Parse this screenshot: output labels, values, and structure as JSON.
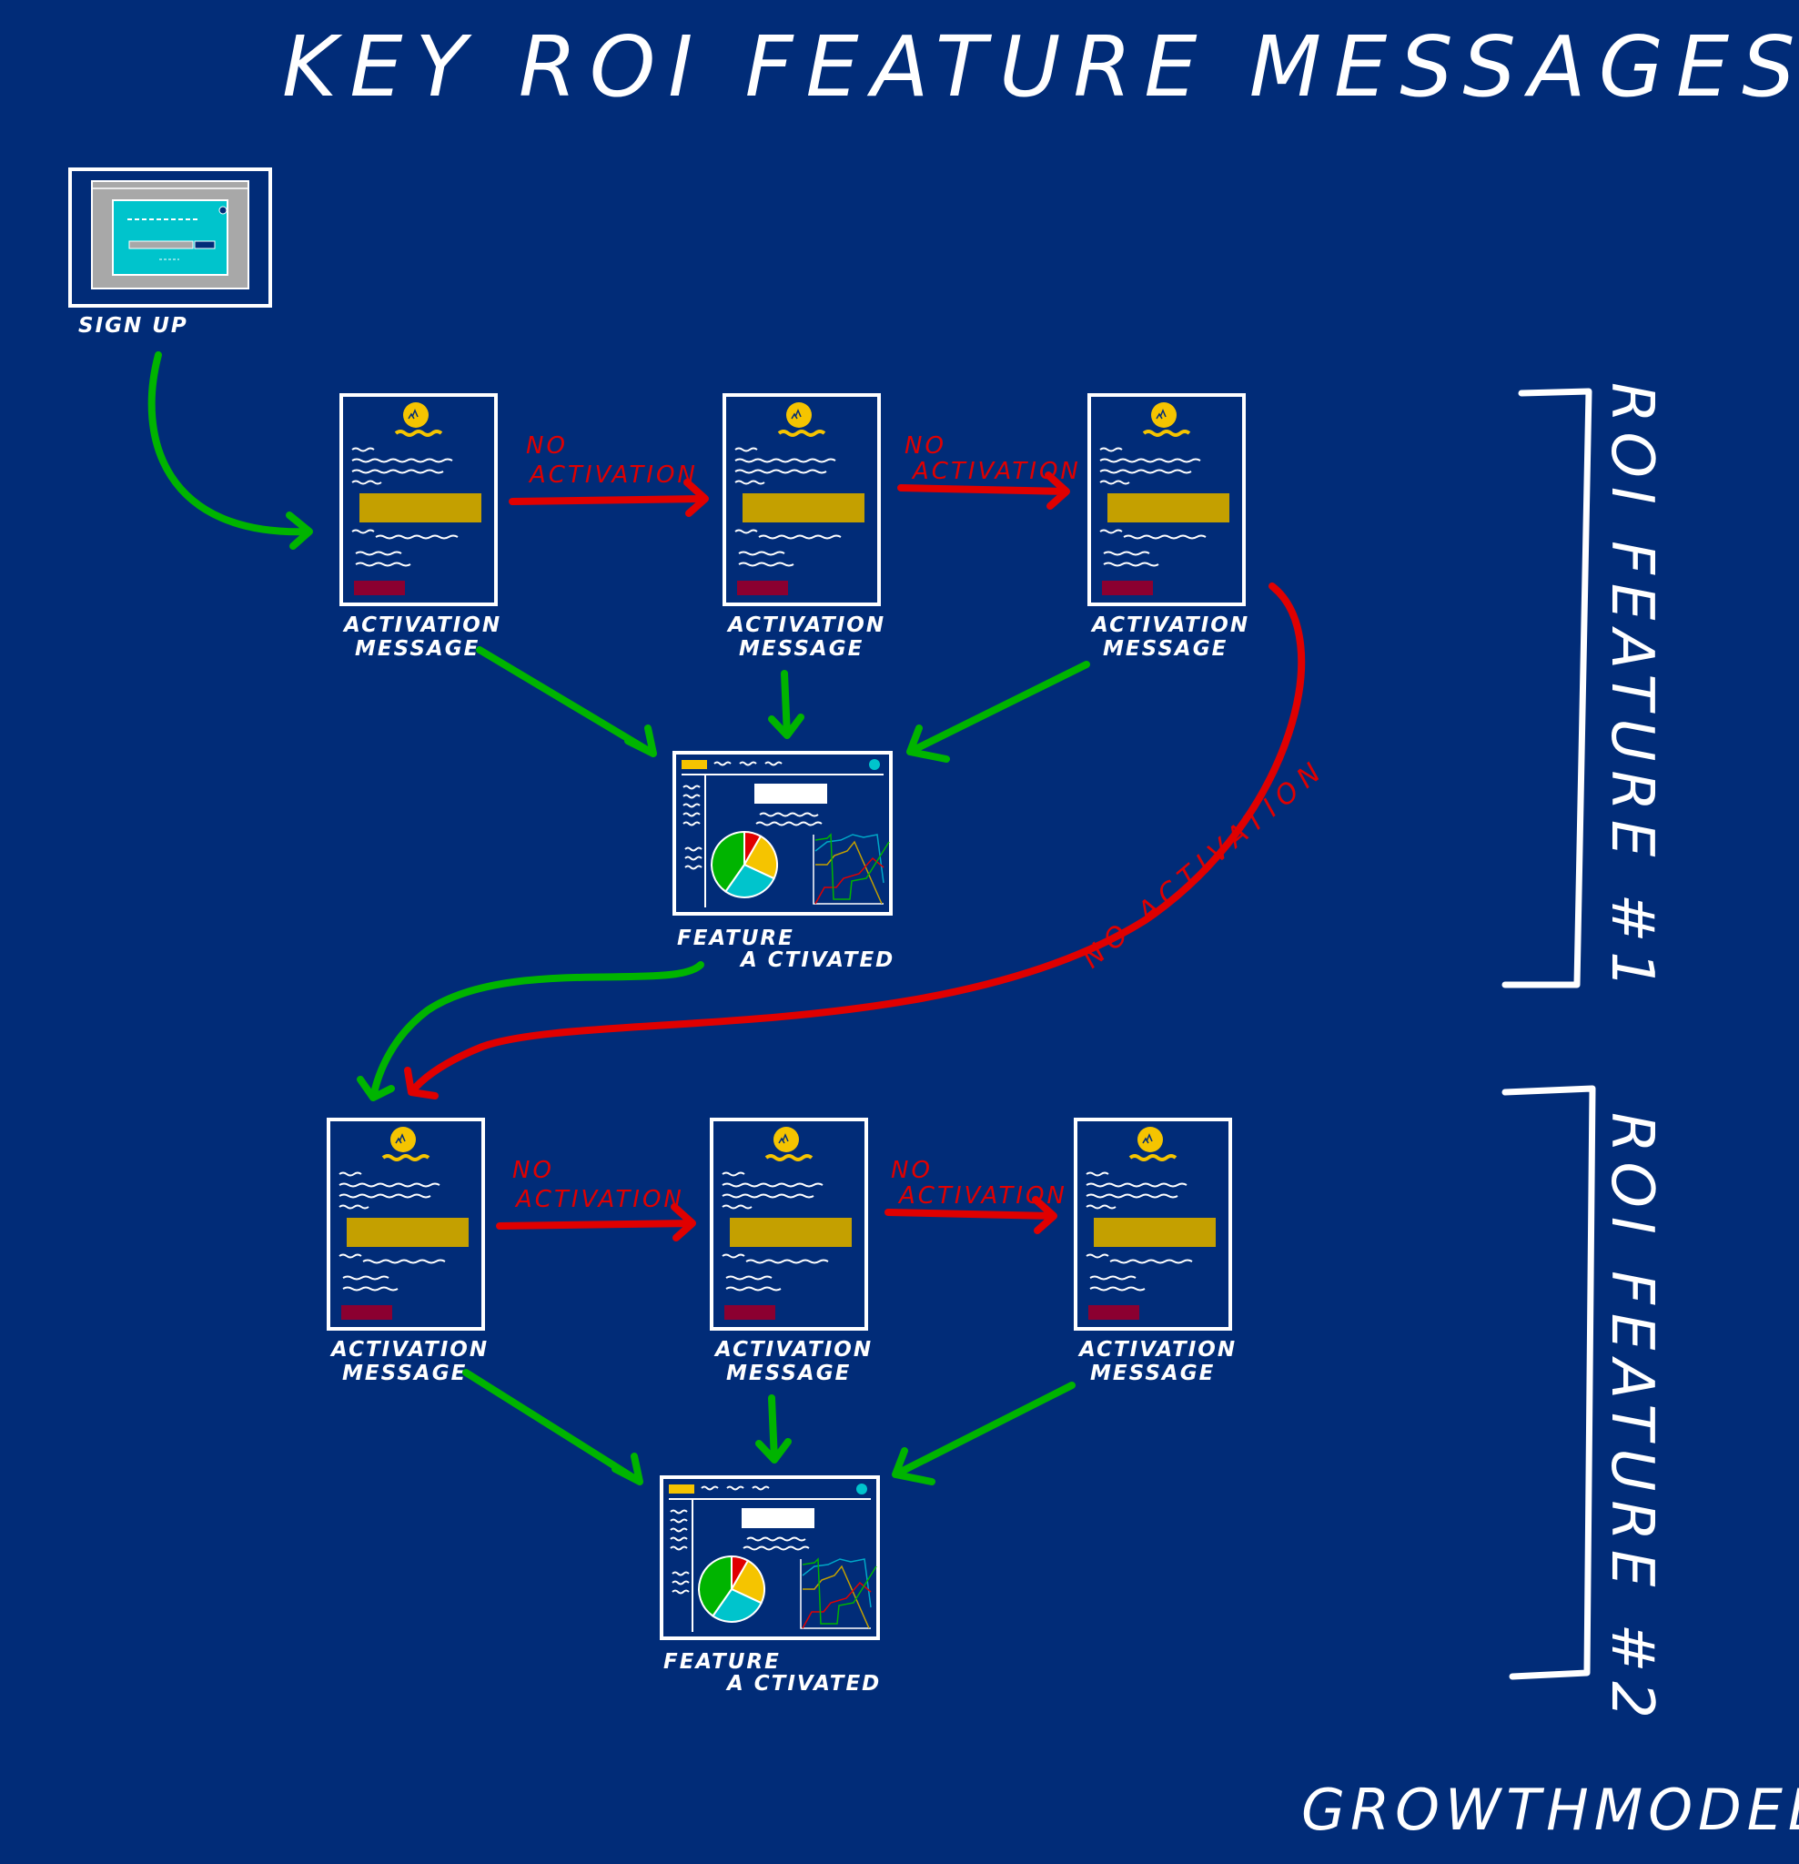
{
  "title": "KEY ROI FEATURE MESSAGES",
  "signup": {
    "label": "SIGN UP"
  },
  "message": {
    "line1": "ACTIVATION",
    "line2": "MESSAGE"
  },
  "no_activation": {
    "line1": "NO",
    "line2": "ACTIVATION",
    "full": "NO ACTIVATION"
  },
  "feature": {
    "line1": "FEATURE",
    "line2": "A CTIVATED"
  },
  "brackets": [
    {
      "label": "ROI FEATURE #1"
    },
    {
      "label": "ROI FEATURE #2"
    }
  ],
  "footer": "GROWTHMODELS.CO",
  "colors": {
    "background": "#012c78",
    "success_arrow": "#00b400",
    "fail_arrow": "#e00000",
    "cta": "#c4a000",
    "secondary_cta": "#8b0030",
    "logo": "#f5c400"
  }
}
